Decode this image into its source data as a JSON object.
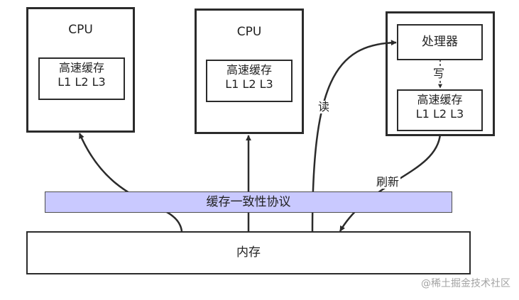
{
  "cpu1": {
    "title": "CPU",
    "cache_title": "高速缓存",
    "cache_levels": "L1  L2  L3"
  },
  "cpu2": {
    "title": "CPU",
    "cache_title": "高速缓存",
    "cache_levels": "L1  L2  L3"
  },
  "cpu3": {
    "processor": "处理器",
    "write_label": "写",
    "cache_title": "高速缓存",
    "cache_levels": "L1  L2  L3"
  },
  "edges": {
    "read": "读",
    "refresh": "刷新"
  },
  "protocol_bar": "缓存一致性协议",
  "memory": "内存",
  "watermark": "@稀土掘金技术社区",
  "colors": {
    "protocol_fill": "#c9c9ff",
    "stroke": "#2b2b2b"
  }
}
